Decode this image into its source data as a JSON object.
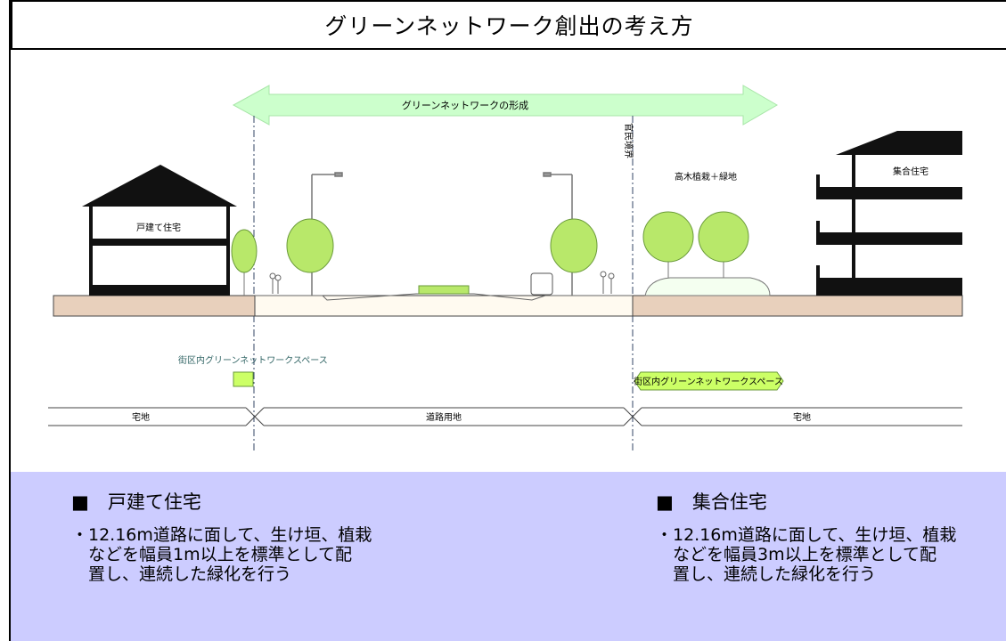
{
  "title": "グリーンネットワーク創出の考え方",
  "diagram": {
    "arrow_label": "グリーンネットワークの形成",
    "boundary_label": "官民境界",
    "detached_house_label": "戸建て住宅",
    "apartment_label": "集合住宅",
    "planting_label": "高木植栽＋緑地",
    "green_space_left_label": "街区内グリーンネットワークスペース",
    "green_space_right_label": "街区内グリーンネットワークスペース",
    "zones": [
      "宅地",
      "道路用地",
      "宅地"
    ],
    "colors": {
      "arrow": "#ccffcc",
      "green_space": "#ccff66",
      "ground": "#e8d0bc",
      "tree": "#b8e86a"
    }
  },
  "notes": {
    "left": {
      "heading": "■　戸建て住宅",
      "body": "・12.16m道路に面して、生け垣、植栽\n　などを幅員1m以上を標準として配\n　置し、連続した緑化を行う"
    },
    "right": {
      "heading": "■　集合住宅",
      "body": "・12.16m道路に面して、生け垣、植栽\n　などを幅員3m以上を標準として配\n　置し、連続した緑化を行う"
    }
  }
}
